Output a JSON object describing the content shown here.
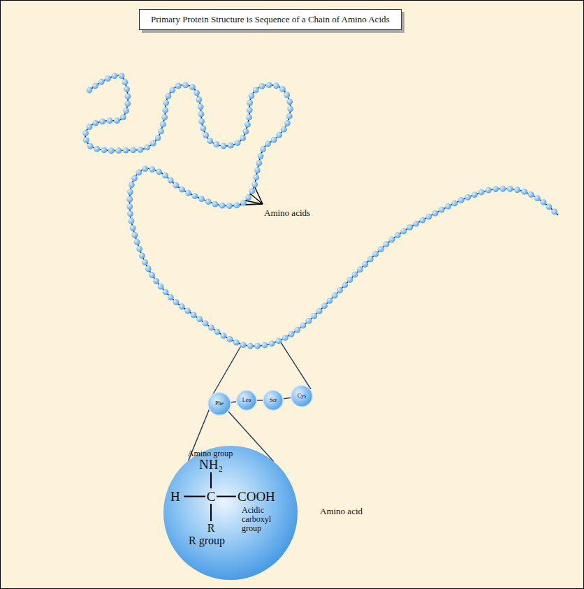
{
  "diagram": {
    "title": "Primary Protein Structure is Sequence of a Chain of Amino Acids",
    "nodes": [
      {
        "text": [
          "Phe"
        ]
      },
      {
        "text": [
          "Leu"
        ]
      },
      {
        "text": [
          "Ser"
        ]
      },
      {
        "text": [
          "Cys"
        ]
      },
      {
        "text": [
          "Amino group",
          "NH₂",
          "H",
          "C",
          "COOH",
          "Acidic carboxyl group",
          "R",
          "R group"
        ]
      }
    ],
    "edges": [
      {
        "from": 0,
        "to": 1,
        "arrow": "none"
      },
      {
        "from": 1,
        "to": 2,
        "arrow": "none"
      },
      {
        "from": 2,
        "to": 3,
        "arrow": "none"
      },
      {
        "from": 0,
        "to": 4,
        "arrow": "none"
      },
      {
        "from": 0,
        "to": 4,
        "arrow": "none"
      }
    ],
    "labels": [
      "Amino acids",
      "Amino acid"
    ]
  }
}
